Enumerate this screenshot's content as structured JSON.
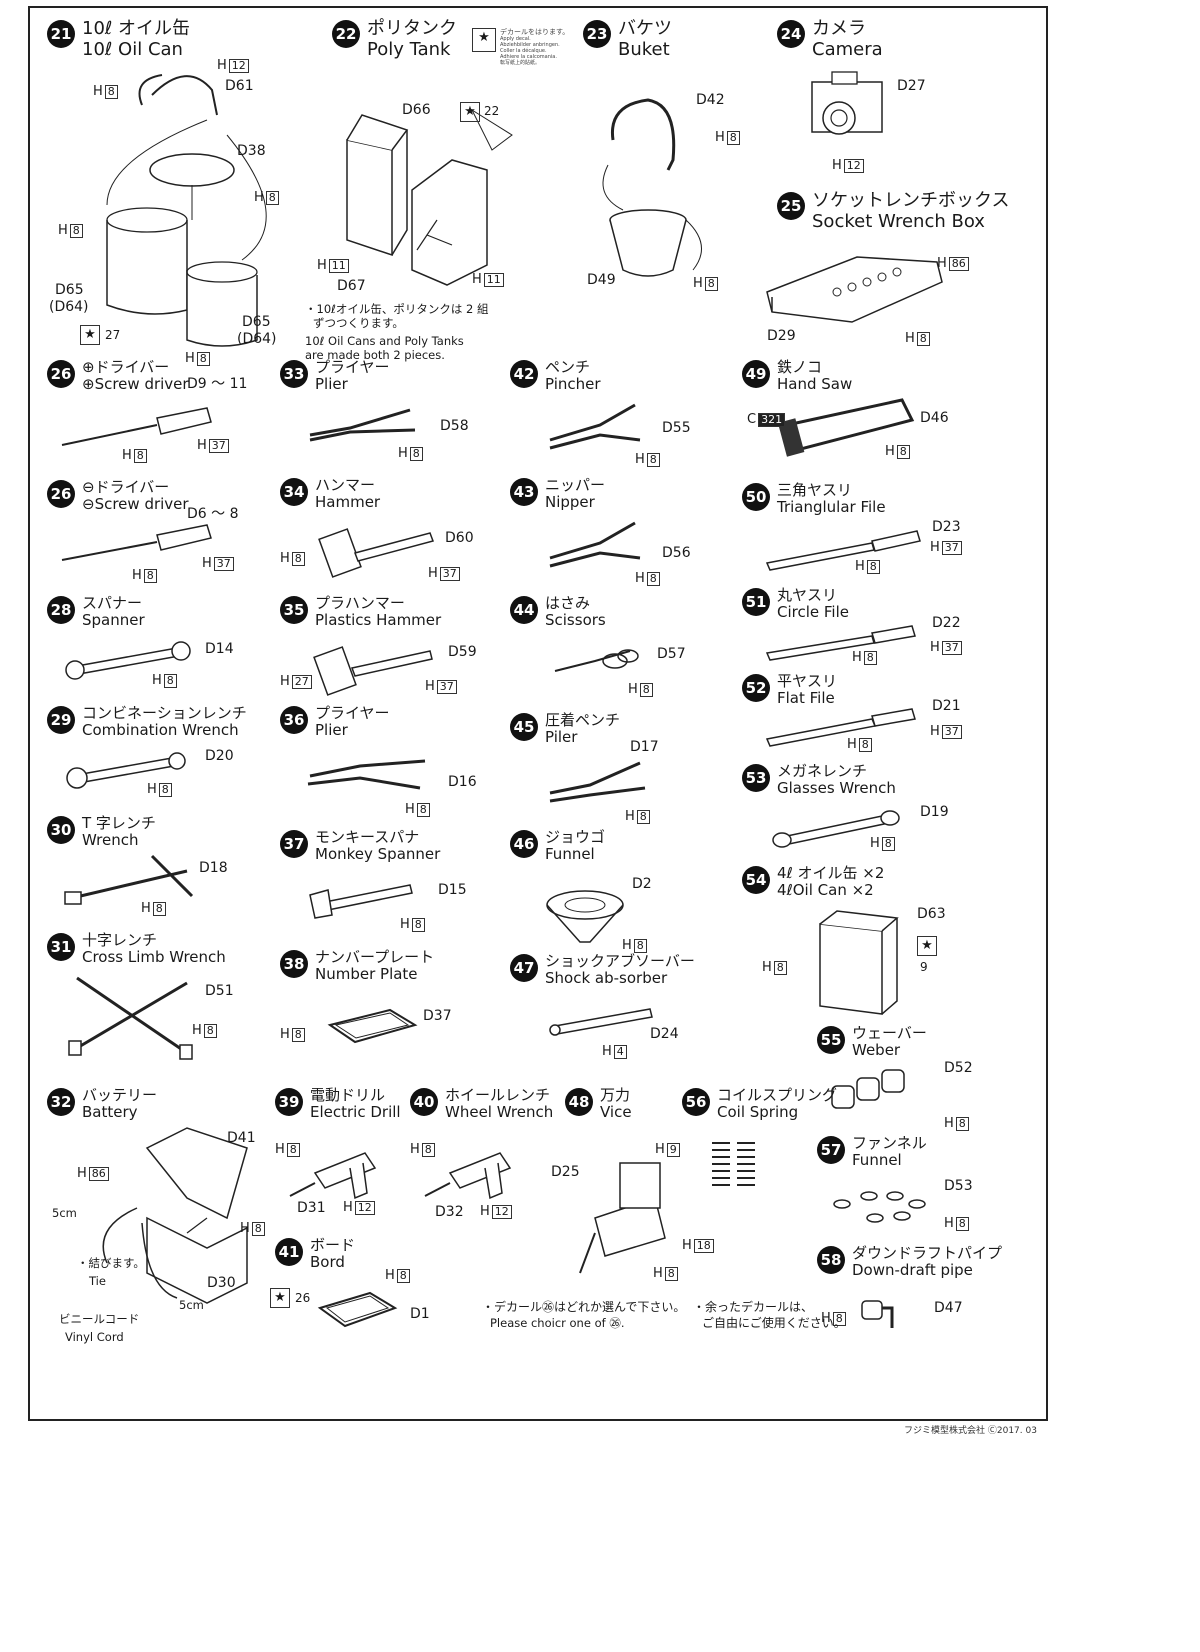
{
  "steps": [
    {
      "num": "21",
      "jp": "10ℓ オイル缶",
      "en": "10ℓ Oil Can",
      "labels": [
        "H",
        "12",
        "D61",
        "H",
        "8",
        "D38",
        "H",
        "8",
        "H",
        "8",
        "D65",
        "(D64)",
        "D65",
        "(D64)",
        "H",
        "8",
        "27"
      ]
    },
    {
      "num": "22",
      "jp": "ポリタンク",
      "en": "Poly Tank",
      "labels": [
        "D66",
        "22",
        "H",
        "11",
        "D67",
        "H",
        "11"
      ],
      "decal_tag": [
        "デカールをはります。",
        "Apply decal.",
        "Abziehbilder anbringen.",
        "Coller la décalque.",
        "Adhiere la calcomania.",
        "転写紙上的貼紙。"
      ],
      "note_jp": [
        "・10ℓオイル缶、ポリタンクは 2 組",
        "ずつつくります。"
      ],
      "note_en": [
        "10ℓ Oil Cans and Poly Tanks",
        "are made both 2 pieces."
      ]
    },
    {
      "num": "23",
      "jp": "バケツ",
      "en": "Buket",
      "labels": [
        "D42",
        "H",
        "8",
        "D49",
        "H",
        "8"
      ]
    },
    {
      "num": "24",
      "jp": "カメラ",
      "en": "Camera",
      "labels": [
        "D27",
        "H",
        "12"
      ]
    },
    {
      "num": "25",
      "jp": "ソケットレンチボックス",
      "en": "Socket Wrench Box",
      "labels": [
        "H",
        "86",
        "D29",
        "H",
        "8"
      ]
    },
    {
      "num": "26",
      "jp": "⊕ドライバー",
      "en": "⊕Screw driver",
      "labels": [
        "D9 ～ 11",
        "H",
        "8",
        "H",
        "37"
      ]
    },
    {
      "num": "26",
      "jp": "⊖ドライバー",
      "en": "⊖Screw driver",
      "labels": [
        "D6 ～ 8",
        "H",
        "37",
        "H",
        "8"
      ]
    },
    {
      "num": "28",
      "jp": "スパナー",
      "en": "Spanner",
      "labels": [
        "D14",
        "H",
        "8"
      ]
    },
    {
      "num": "29",
      "jp": "コンビネーションレンチ",
      "en": "Combination Wrench",
      "labels": [
        "D20",
        "H",
        "8"
      ]
    },
    {
      "num": "30",
      "jp": "T 字レンチ",
      "en": "Wrench",
      "labels": [
        "D18",
        "H",
        "8"
      ]
    },
    {
      "num": "31",
      "jp": "十字レンチ",
      "en": "Cross Limb Wrench",
      "labels": [
        "D51",
        "H",
        "8"
      ]
    },
    {
      "num": "32",
      "jp": "バッテリー",
      "en": "Battery",
      "labels": [
        "D41",
        "H",
        "86",
        "H",
        "8",
        "5cm",
        "5cm",
        "D30",
        "・結びます。",
        "Tie",
        "ビニールコード",
        "Vinyl Cord"
      ]
    },
    {
      "num": "33",
      "jp": "プライヤー",
      "en": "Plier",
      "labels": [
        "D58",
        "H",
        "8"
      ]
    },
    {
      "num": "34",
      "jp": "ハンマー",
      "en": "Hammer",
      "labels": [
        "D60",
        "H",
        "8",
        "H",
        "37"
      ]
    },
    {
      "num": "35",
      "jp": "プラハンマー",
      "en": "Plastics Hammer",
      "labels": [
        "D59",
        "H",
        "27",
        "H",
        "37"
      ]
    },
    {
      "num": "36",
      "jp": "プライヤー",
      "en": "Plier",
      "labels": [
        "D16",
        "H",
        "8"
      ]
    },
    {
      "num": "37",
      "jp": "モンキースパナ",
      "en": "Monkey Spanner",
      "labels": [
        "D15",
        "H",
        "8"
      ]
    },
    {
      "num": "38",
      "jp": "ナンバープレート",
      "en": "Number Plate",
      "labels": [
        "D37",
        "H",
        "8"
      ]
    },
    {
      "num": "39",
      "jp": "電動ドリル",
      "en": "Electric Drill",
      "labels": [
        "H",
        "8",
        "D31",
        "H",
        "12"
      ]
    },
    {
      "num": "40",
      "jp": "ホイールレンチ",
      "en": "Wheel Wrench",
      "labels": [
        "H",
        "8",
        "D32",
        "H",
        "12"
      ]
    },
    {
      "num": "41",
      "jp": "ボード",
      "en": "Bord",
      "labels": [
        "H",
        "8",
        "D1",
        "26"
      ]
    },
    {
      "num": "42",
      "jp": "ペンチ",
      "en": "Pincher",
      "labels": [
        "D55",
        "H",
        "8"
      ]
    },
    {
      "num": "43",
      "jp": "ニッパー",
      "en": "Nipper",
      "labels": [
        "D56",
        "H",
        "8"
      ]
    },
    {
      "num": "44",
      "jp": "はさみ",
      "en": "Scissors",
      "labels": [
        "D57",
        "H",
        "8"
      ]
    },
    {
      "num": "45",
      "jp": "圧着ペンチ",
      "en": "Piler",
      "labels": [
        "D17",
        "H",
        "8"
      ]
    },
    {
      "num": "46",
      "jp": "ジョウゴ",
      "en": "Funnel",
      "labels": [
        "D2",
        "H",
        "8"
      ]
    },
    {
      "num": "47",
      "jp": "ショックアブソーバー",
      "en": "Shock ab-sorber",
      "labels": [
        "D24",
        "H",
        "4"
      ]
    },
    {
      "num": "48",
      "jp": "万力",
      "en": "Vice",
      "labels": [
        "H",
        "9",
        "D25",
        "H",
        "18",
        "H",
        "8"
      ]
    },
    {
      "num": "49",
      "jp": "鉄ノコ",
      "en": "Hand Saw",
      "labels": [
        "C",
        "321",
        "D46",
        "H",
        "8"
      ]
    },
    {
      "num": "50",
      "jp": "三角ヤスリ",
      "en": "Trianglular File",
      "labels": [
        "D23",
        "H",
        "37",
        "H",
        "8"
      ]
    },
    {
      "num": "51",
      "jp": "丸ヤスリ",
      "en": "Circle File",
      "labels": [
        "D22",
        "H",
        "37",
        "H",
        "8"
      ]
    },
    {
      "num": "52",
      "jp": "平ヤスリ",
      "en": "Flat File",
      "labels": [
        "D21",
        "H",
        "37",
        "H",
        "8"
      ]
    },
    {
      "num": "53",
      "jp": "メガネレンチ",
      "en": "Glasses Wrench",
      "labels": [
        "D19",
        "H",
        "8"
      ]
    },
    {
      "num": "54",
      "jp": "4ℓ オイル缶 ×2",
      "en": "4ℓOil Can ×2",
      "labels": [
        "D63",
        "H",
        "8",
        "9"
      ]
    },
    {
      "num": "55",
      "jp": "ウェーバー",
      "en": "Weber",
      "labels": [
        "D52",
        "H",
        "8"
      ]
    },
    {
      "num": "56",
      "jp": "コイルスプリング",
      "en": "Coil Spring",
      "labels": []
    },
    {
      "num": "57",
      "jp": "ファンネル",
      "en": "Funnel",
      "labels": [
        "D53",
        "H",
        "8"
      ]
    },
    {
      "num": "58",
      "jp": "ダウンドラフトパイプ",
      "en": "Down-draft pipe",
      "labels": [
        "D47",
        "H",
        "8"
      ]
    }
  ],
  "footer": {
    "decal_choice_jp": "・デカール㉖はどれか選んで下さい。",
    "decal_choice_en": "Please choicr one of ㉖.",
    "leftover_jp1": "・余ったデカールは、",
    "leftover_jp2": "ご自由にご使用ください。",
    "copyright": "フジミ模型株式会社 Ⓒ2017. 03"
  },
  "colors": {
    "ink": "#1a1a1a",
    "paper": "#ffffff"
  }
}
